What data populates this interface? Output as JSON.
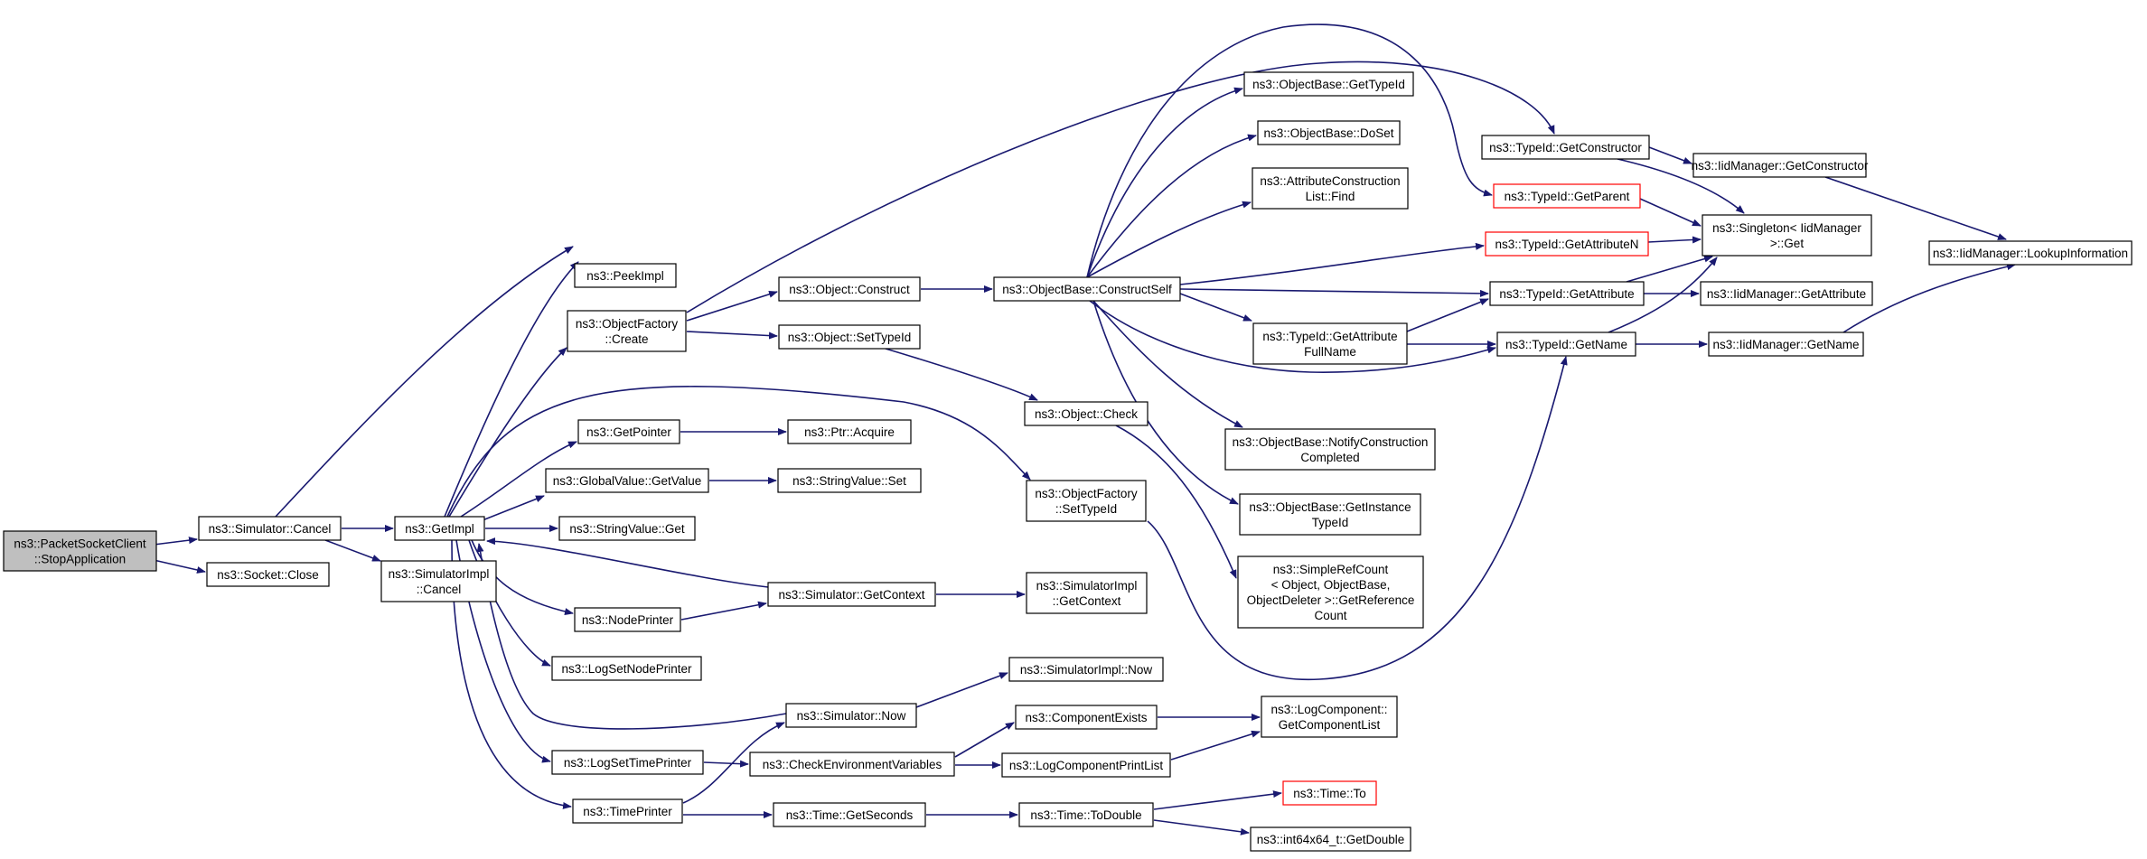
{
  "colors": {
    "edge": "#191970",
    "root_fill": "#bfbfbf",
    "node_border": "#000000",
    "external_border": "#ff0000"
  },
  "nodes": {
    "n0": {
      "lines": [
        "ns3::PacketSocketClient",
        "::StopApplication"
      ]
    },
    "n1": {
      "lines": [
        "ns3::Simulator::Cancel"
      ]
    },
    "n2": {
      "lines": [
        "ns3::Socket::Close"
      ]
    },
    "n3": {
      "lines": [
        "ns3::GetImpl"
      ]
    },
    "n4": {
      "lines": [
        "ns3::SimulatorImpl",
        "::Cancel"
      ]
    },
    "n5": {
      "lines": [
        "ns3::PeekImpl"
      ]
    },
    "n6": {
      "lines": [
        "ns3::ObjectFactory",
        "::Create"
      ]
    },
    "n7": {
      "lines": [
        "ns3::GetPointer"
      ]
    },
    "n8": {
      "lines": [
        "ns3::GlobalValue::GetValue"
      ]
    },
    "n9": {
      "lines": [
        "ns3::StringValue::Get"
      ]
    },
    "n10": {
      "lines": [
        "ns3::NodePrinter"
      ]
    },
    "n11": {
      "lines": [
        "ns3::LogSetNodePrinter"
      ]
    },
    "n12": {
      "lines": [
        "ns3::LogSetTimePrinter"
      ]
    },
    "n13": {
      "lines": [
        "ns3::TimePrinter"
      ]
    },
    "n14": {
      "lines": [
        "ns3::Object::Construct"
      ]
    },
    "n15": {
      "lines": [
        "ns3::Object::SetTypeId"
      ]
    },
    "n16": {
      "lines": [
        "ns3::Ptr::Acquire"
      ]
    },
    "n17": {
      "lines": [
        "ns3::StringValue::Set"
      ]
    },
    "n18": {
      "lines": [
        "ns3::Simulator::GetContext"
      ]
    },
    "n19": {
      "lines": [
        "ns3::Simulator::Now"
      ]
    },
    "n20": {
      "lines": [
        "ns3::CheckEnvironmentVariables"
      ]
    },
    "n21": {
      "lines": [
        "ns3::Time::GetSeconds"
      ]
    },
    "n22": {
      "lines": [
        "ns3::ObjectBase::ConstructSelf"
      ]
    },
    "n23": {
      "lines": [
        "ns3::Object::Check"
      ]
    },
    "n24": {
      "lines": [
        "ns3::ObjectFactory",
        "::SetTypeId"
      ]
    },
    "n25": {
      "lines": [
        "ns3::SimulatorImpl",
        "::GetContext"
      ]
    },
    "n26": {
      "lines": [
        "ns3::SimulatorImpl::Now"
      ]
    },
    "n27": {
      "lines": [
        "ns3::ComponentExists"
      ]
    },
    "n28": {
      "lines": [
        "ns3::LogComponentPrintList"
      ]
    },
    "n29": {
      "lines": [
        "ns3::Time::ToDouble"
      ]
    },
    "n30": {
      "lines": [
        "ns3::ObjectBase::GetTypeId"
      ]
    },
    "n31": {
      "lines": [
        "ns3::ObjectBase::DoSet"
      ]
    },
    "n32": {
      "lines": [
        "ns3::AttributeConstruction",
        "List::Find"
      ]
    },
    "n33": {
      "lines": [
        "ns3::TypeId::GetAttribute",
        "FullName"
      ]
    },
    "n34": {
      "lines": [
        "ns3::ObjectBase::NotifyConstruction",
        "Completed"
      ]
    },
    "n35": {
      "lines": [
        "ns3::ObjectBase::GetInstance",
        "TypeId"
      ]
    },
    "n36": {
      "lines": [
        "ns3::SimpleRefCount",
        "< Object, ObjectBase,",
        "ObjectDeleter >::GetReference",
        "Count"
      ]
    },
    "n37": {
      "lines": [
        "ns3::LogComponent::",
        "GetComponentList"
      ]
    },
    "n38": {
      "lines": [
        "ns3::Time::To"
      ]
    },
    "n39": {
      "lines": [
        "ns3::int64x64_t::GetDouble"
      ]
    },
    "n40": {
      "lines": [
        "ns3::TypeId::GetConstructor"
      ]
    },
    "n41": {
      "lines": [
        "ns3::TypeId::GetParent"
      ]
    },
    "n42": {
      "lines": [
        "ns3::TypeId::GetAttributeN"
      ]
    },
    "n43": {
      "lines": [
        "ns3::TypeId::GetAttribute"
      ]
    },
    "n44": {
      "lines": [
        "ns3::TypeId::GetName"
      ]
    },
    "n45": {
      "lines": [
        "ns3::IidManager::GetConstructor"
      ]
    },
    "n46": {
      "lines": [
        "ns3::Singleton< IidManager",
        " >::Get"
      ]
    },
    "n47": {
      "lines": [
        "ns3::IidManager::GetAttribute"
      ]
    },
    "n48": {
      "lines": [
        "ns3::IidManager::GetName"
      ]
    },
    "n49": {
      "lines": [
        "ns3::IidManager::LookupInformation"
      ]
    }
  }
}
